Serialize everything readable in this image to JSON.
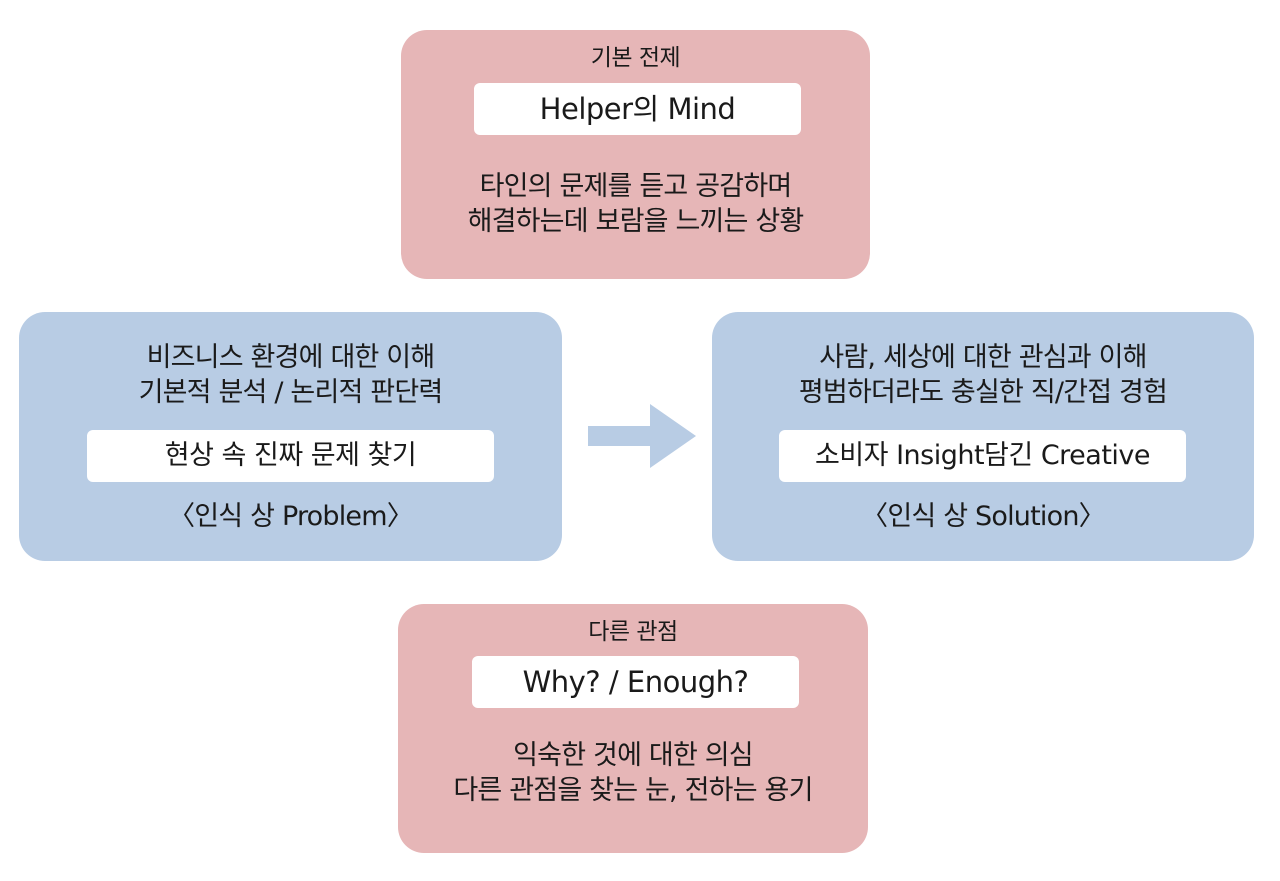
{
  "top": {
    "title": "기본 전제",
    "pill": "Helper의 Mind",
    "lines": [
      "타인의 문제를 듣고 공감하며",
      "해결하는데 보람을 느끼는 상황"
    ]
  },
  "left": {
    "lines": [
      "비즈니스 환경에 대한 이해",
      "기본적 분석 / 논리적 판단력"
    ],
    "pill": "현상 속 진짜 문제 찾기",
    "caption": "〈인식 상 Problem〉"
  },
  "right": {
    "lines": [
      "사람, 세상에 대한 관심과 이해",
      "평범하더라도 충실한 직/간접 경험"
    ],
    "pill": "소비자 Insight담긴 Creative",
    "caption": "〈인식 상 Solution〉"
  },
  "bottom": {
    "title": "다른 관점",
    "pill": "Why? / Enough?",
    "lines": [
      "익숙한 것에 대한 의심",
      "다른 관점을 찾는 눈, 전하는 용기"
    ]
  },
  "colors": {
    "pink": "#e6b6b7",
    "blue": "#b8cce4",
    "arrow": "#b8cce4"
  },
  "icons": {
    "arrow": "right-arrow-icon"
  }
}
